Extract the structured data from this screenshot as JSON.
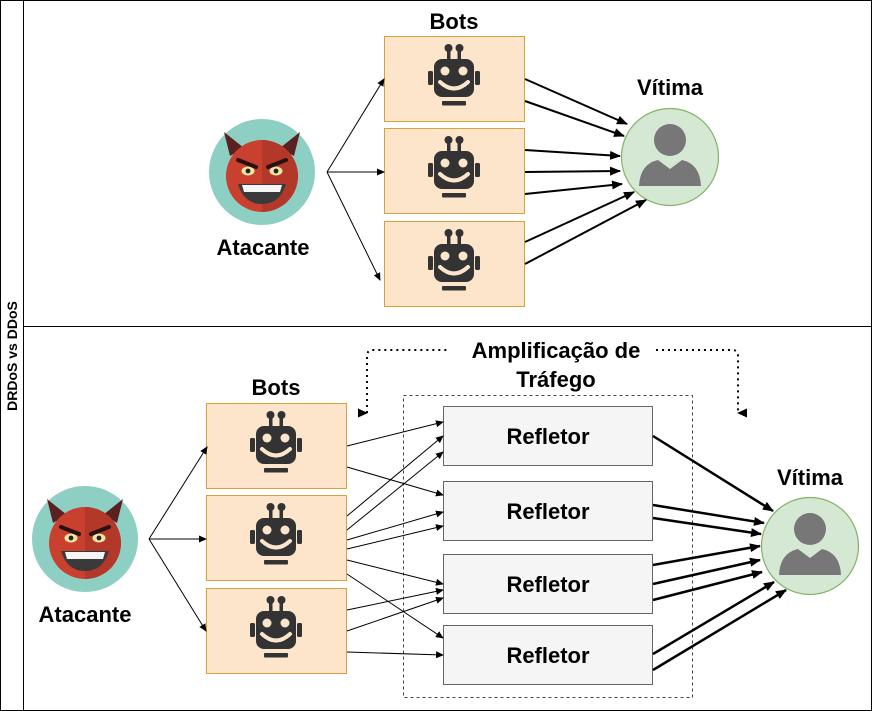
{
  "sidebar": {
    "title": "DRDoS vs DDoS"
  },
  "ddos": {
    "bots_label": "Bots",
    "victim_label": "Vítima",
    "attacker_label": "Atacante"
  },
  "drdos": {
    "bots_label": "Bots",
    "victim_label": "Vítima",
    "attacker_label": "Atacante",
    "amplification_label_line1": "Amplificação de",
    "amplification_label_line2": "Tráfego",
    "reflectors": [
      {
        "label": "Refletor"
      },
      {
        "label": "Refletor"
      },
      {
        "label": "Refletor"
      },
      {
        "label": "Refletor"
      }
    ]
  },
  "colors": {
    "bot_box_fill": "#fde5cc",
    "bot_box_stroke": "#d6a23c",
    "victim_fill": "#d5e8d4",
    "victim_stroke": "#82b366",
    "attacker_bg": "#8ecfc4",
    "devil_red": "#c9402e",
    "reflector_fill": "#f5f5f5",
    "reflector_stroke": "#666666",
    "robot_dark": "#333333"
  }
}
